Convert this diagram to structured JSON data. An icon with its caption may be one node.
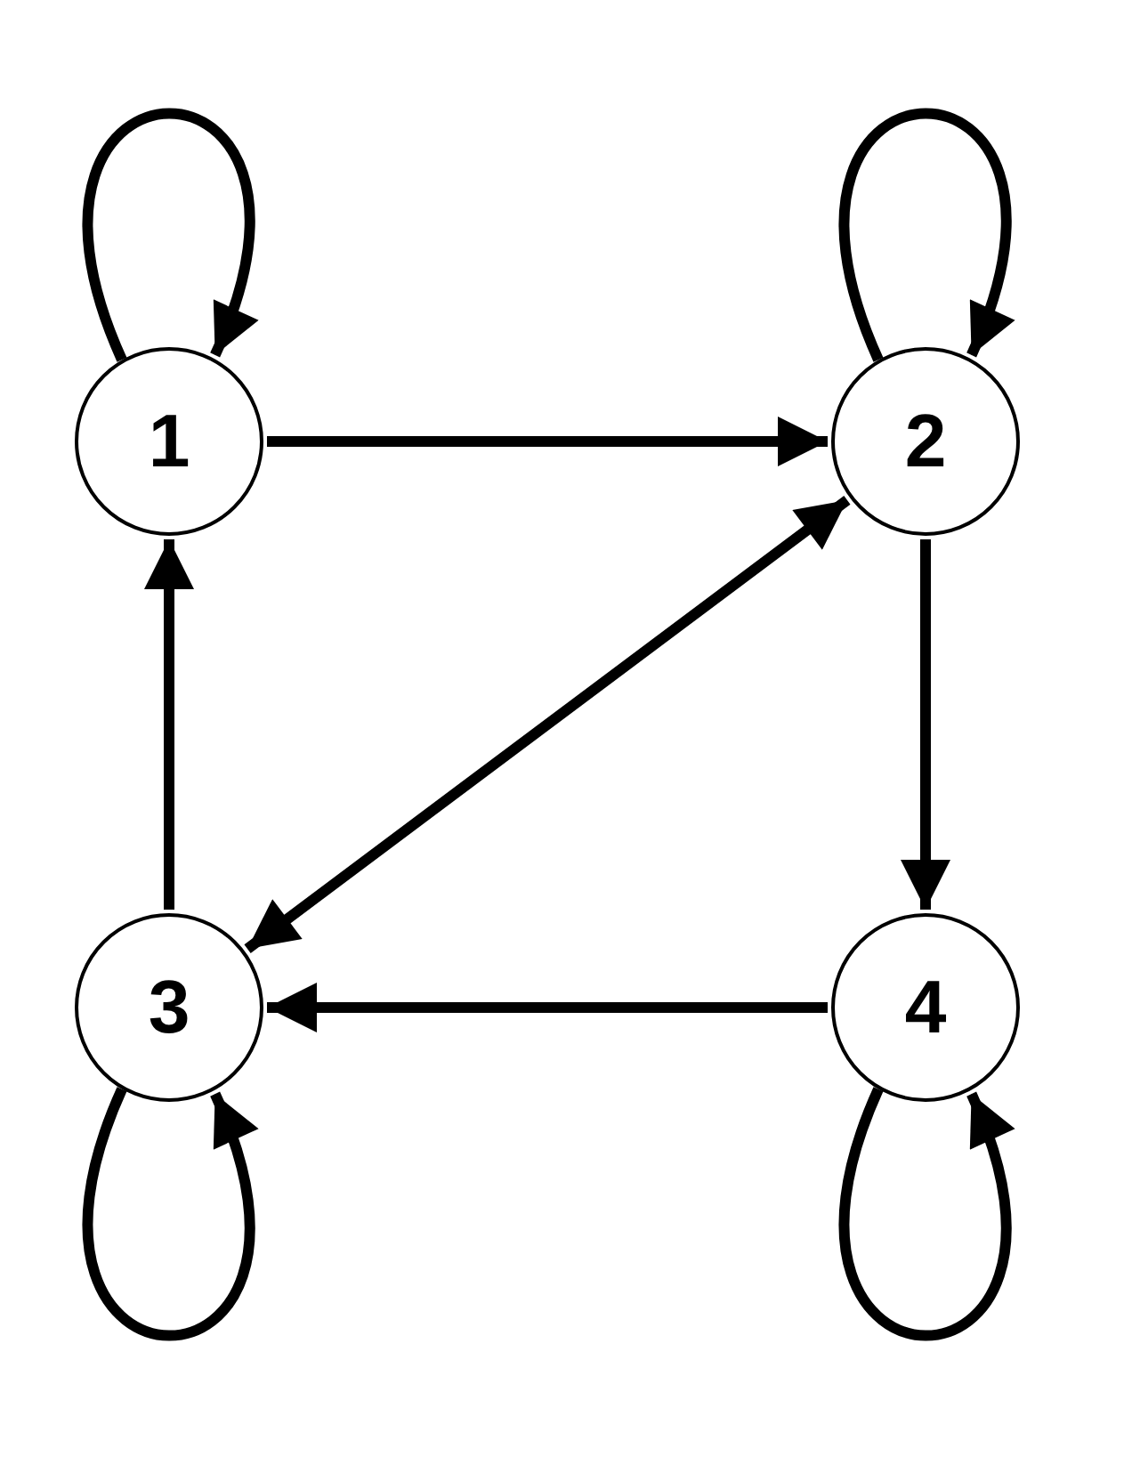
{
  "diagram": {
    "nodes": [
      {
        "text": [
          "1"
        ]
      },
      {
        "text": [
          "2"
        ]
      },
      {
        "text": [
          "3"
        ]
      },
      {
        "text": [
          "4"
        ]
      }
    ],
    "edges": [
      {
        "from": 0,
        "to": 0,
        "arrow": "to"
      },
      {
        "from": 1,
        "to": 1,
        "arrow": "to"
      },
      {
        "from": 0,
        "to": 1,
        "arrow": "to"
      },
      {
        "from": 1,
        "to": 2,
        "arrow": "both"
      },
      {
        "from": 1,
        "to": 3,
        "arrow": "to"
      },
      {
        "from": 2,
        "to": 0,
        "arrow": "to"
      },
      {
        "from": 3,
        "to": 2,
        "arrow": "to"
      },
      {
        "from": 2,
        "to": 2,
        "arrow": "to"
      },
      {
        "from": 3,
        "to": 3,
        "arrow": "to"
      }
    ]
  }
}
